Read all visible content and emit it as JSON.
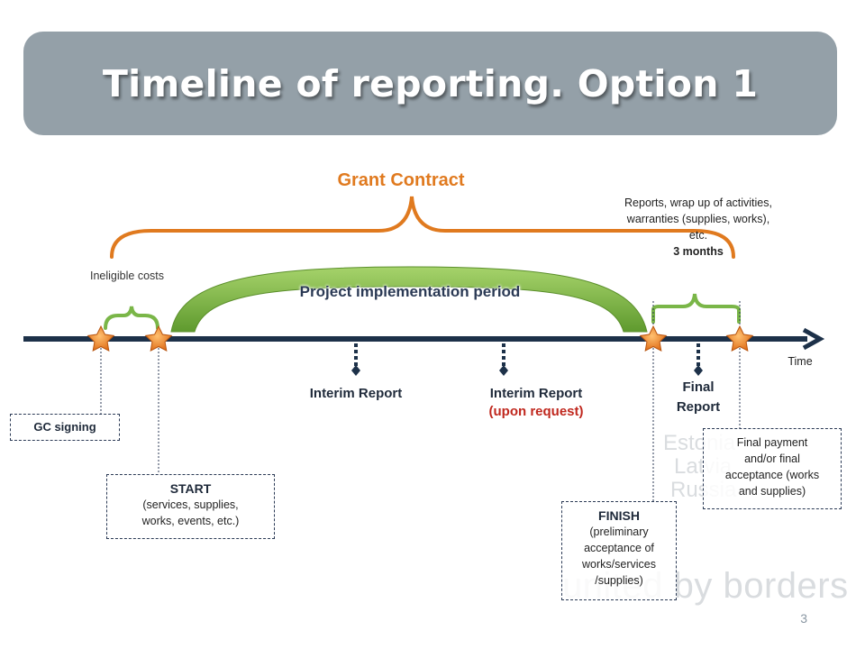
{
  "title": "Timeline of reporting. Option 1",
  "grant_contract": "Grant Contract",
  "ineligible_costs": "Ineligible costs",
  "project_period": "Project implementation period",
  "reports_note": {
    "line1": "Reports, wrap up of activities,",
    "line2": "warranties (supplies, works),",
    "line3": "etc.",
    "duration": "3 months"
  },
  "time_label": "Time",
  "interim_report_1": "Interim Report",
  "interim_report_2": "Interim Report",
  "interim_report_2_note": "(upon request)",
  "final_report_line1": "Final",
  "final_report_line2": "Report",
  "gc_signing": "GC signing",
  "start_box": {
    "title": "START",
    "line1": "(services, supplies,",
    "line2": "works, events, etc.)"
  },
  "finish_box": {
    "title": "FINISH",
    "line1": "(preliminary",
    "line2": "acceptance of",
    "line3": "works/services",
    "line4": "/supplies)"
  },
  "final_payment_box": {
    "line1": "Final payment",
    "line2": "and/or final",
    "line3": "acceptance (works",
    "line4": "and supplies)"
  },
  "watermark": {
    "line1": "Estonia",
    "line2": "Latvia",
    "line3": "Russia",
    "tagline": "united by borders"
  },
  "page_number": "3",
  "colors": {
    "title_bg": "#94a0a8",
    "timeline": "#1d3149",
    "orange": "#e07a1f",
    "green": "#7ab648",
    "star": "#f08a24",
    "red_text": "#c0281e"
  }
}
